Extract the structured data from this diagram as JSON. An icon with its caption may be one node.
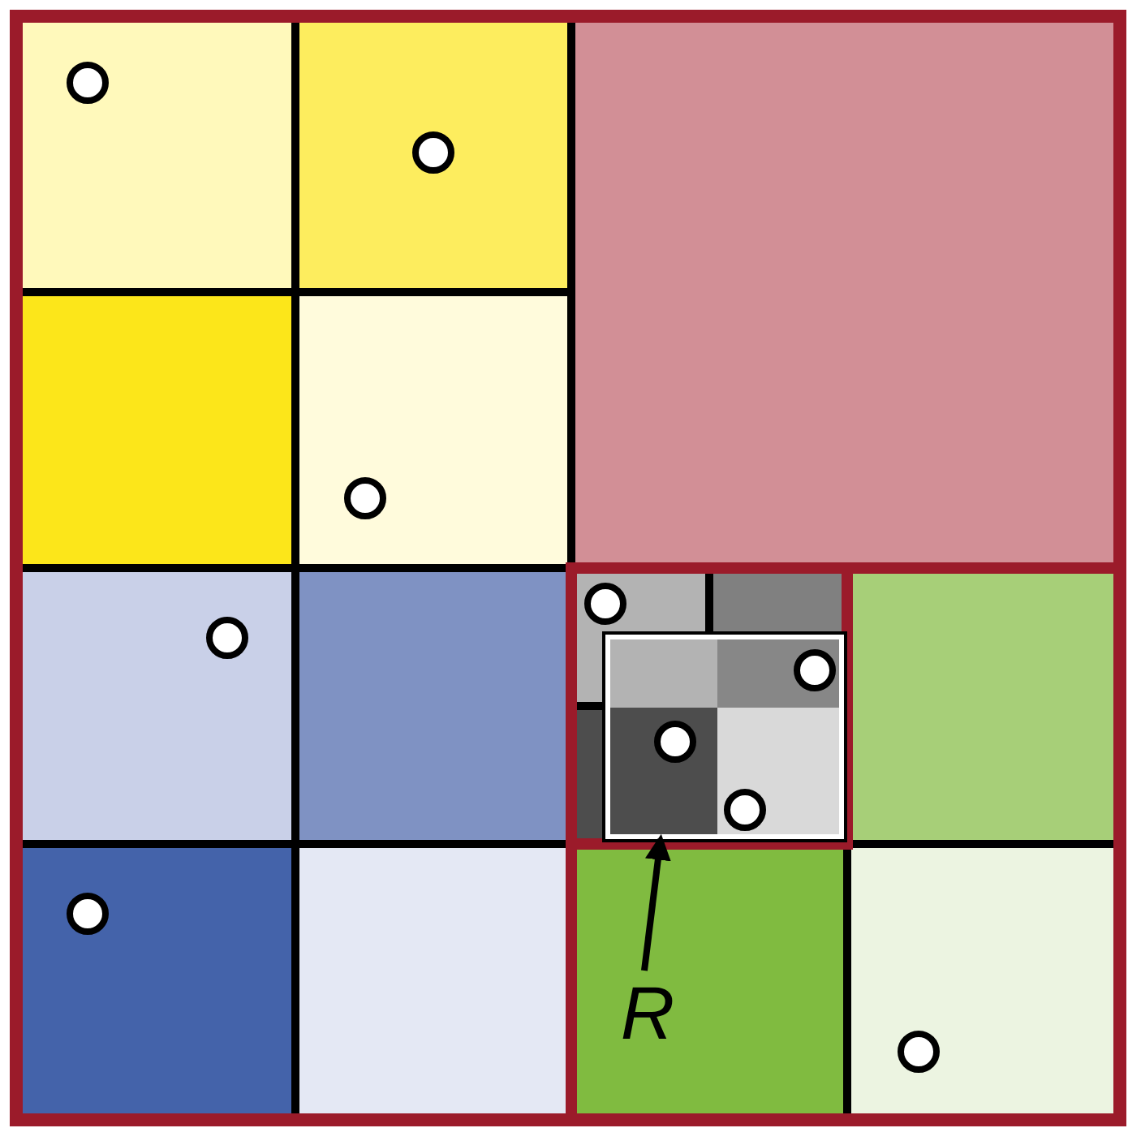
{
  "diagram": {
    "nodes": [
      {
        "text": [
          "R"
        ]
      },
      {
        "text": [],
        "shape": "box"
      }
    ],
    "edges": [
      {
        "from": 0,
        "to": 1,
        "arrow": "to"
      }
    ]
  }
}
